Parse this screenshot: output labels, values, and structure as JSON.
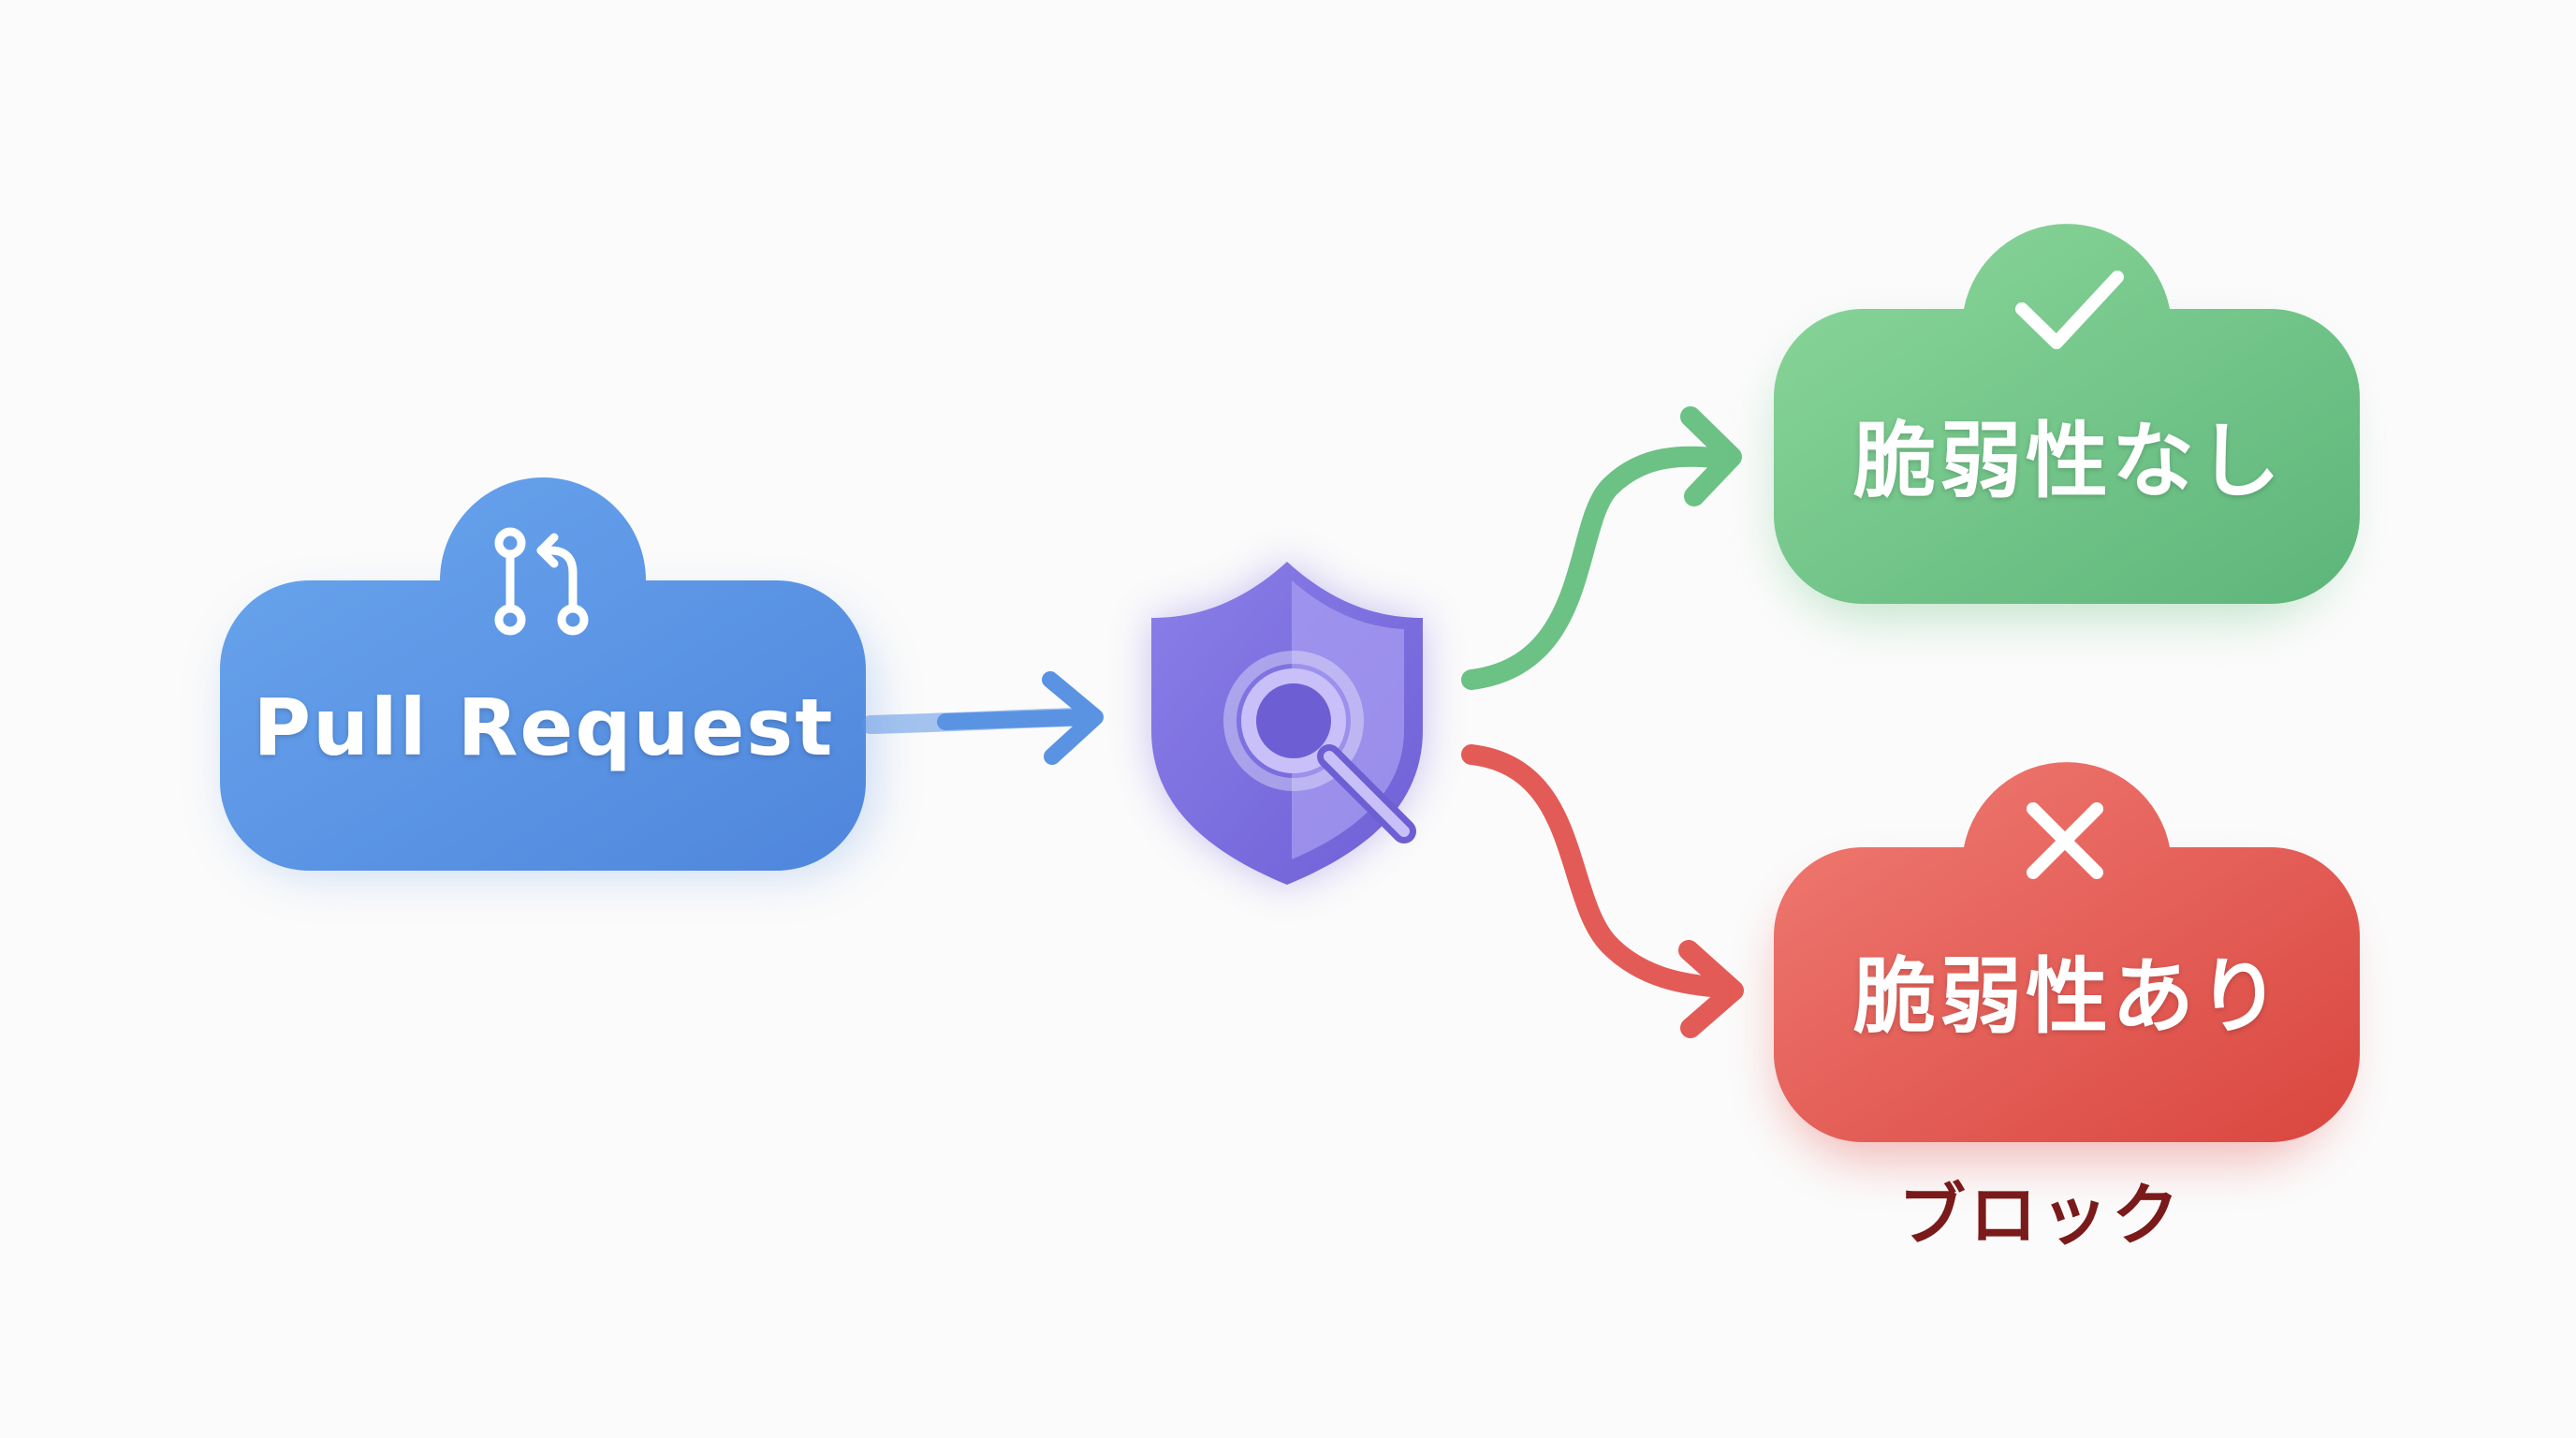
{
  "nodes": {
    "pull_request": {
      "label": "Pull Request",
      "icon": "git-pull-request-icon",
      "color": "#5b93e3"
    },
    "scanner": {
      "icon": "shield-magnifier-icon",
      "color": "#8a78e0"
    },
    "no_vulnerability": {
      "label": "脆弱性なし",
      "icon": "checkmark-icon",
      "color": "#6cc184"
    },
    "vulnerability_found": {
      "label": "脆弱性あり",
      "icon": "cross-icon",
      "color": "#e35b56",
      "caption": "ブロック"
    }
  },
  "edges": [
    {
      "from": "pull_request",
      "to": "scanner",
      "color": "#5b93e3"
    },
    {
      "from": "scanner",
      "to": "no_vulnerability",
      "color": "#6cc184"
    },
    {
      "from": "scanner",
      "to": "vulnerability_found",
      "color": "#e35b56"
    }
  ],
  "colors": {
    "background": "#fbfbfb",
    "caption_text": "#7a1a1a"
  }
}
